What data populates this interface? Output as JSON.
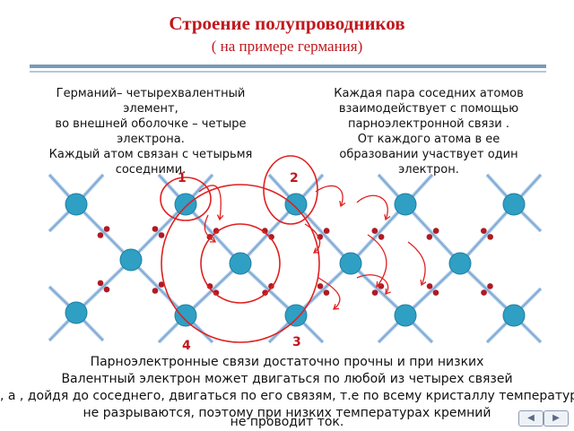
{
  "slide": {
    "title": "Строение полупроводников",
    "subtitle": "( на примере германия)"
  },
  "left_text": [
    "Германий– четырехвалентный",
    "элемент,",
    "во внешней оболочке – четыре",
    "электрона.",
    "Каждый атом связан с четырьмя",
    "соседними."
  ],
  "right_text": [
    "Каждая пара соседних атомов",
    "взаимодействует  с помощью",
    "парноэлектронной связи .",
    "От каждого атома  в ее",
    "образовании  участвует  один",
    "электрон."
  ],
  "labels": {
    "n1": "1",
    "n2": "2",
    "n3": "3",
    "n4": "4"
  },
  "bottom_text": {
    "line1": "Парноэлектронные связи достаточно прочны и при низких",
    "line2": "Валентный электрон может двигаться по любой из четырех связей",
    "line3": ", а , дойдя до соседнего,  двигаться по его связям, т.е по всему кристаллу",
    "line3b": "температурах",
    "line4": "не  разрываются, поэтому  при низких температурах кремний",
    "line5": "не проводит ток."
  },
  "colors": {
    "title": "#c0181e",
    "atom": "#2f9fc4",
    "bond": "#a9c8e8",
    "electron": "#b01a22",
    "arrow": "#e02020"
  }
}
